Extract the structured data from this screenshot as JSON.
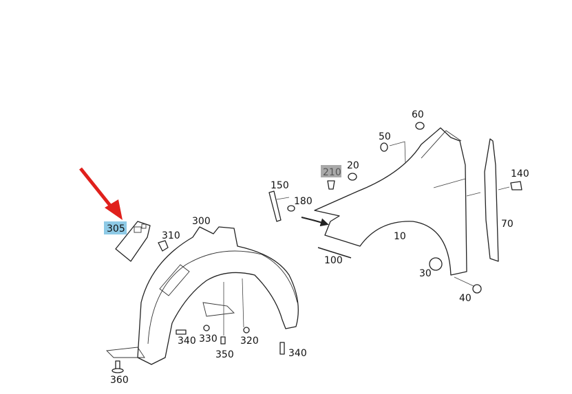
{
  "diagram": {
    "labels": {
      "p10": "10",
      "p20": "20",
      "p30": "30",
      "p40": "40",
      "p50": "50",
      "p60": "60",
      "p70": "70",
      "p100": "100",
      "p140": "140",
      "p150": "150",
      "p180": "180",
      "p210": "210",
      "p300": "300",
      "p305": "305",
      "p310": "310",
      "p320": "320",
      "p330": "330",
      "p340a": "340",
      "p340b": "340",
      "p350": "350",
      "p360": "360"
    },
    "highlight_colors": {
      "p305": "#8ecae6",
      "p210": "#a9a9a9",
      "arrow": "#e0201c"
    }
  }
}
